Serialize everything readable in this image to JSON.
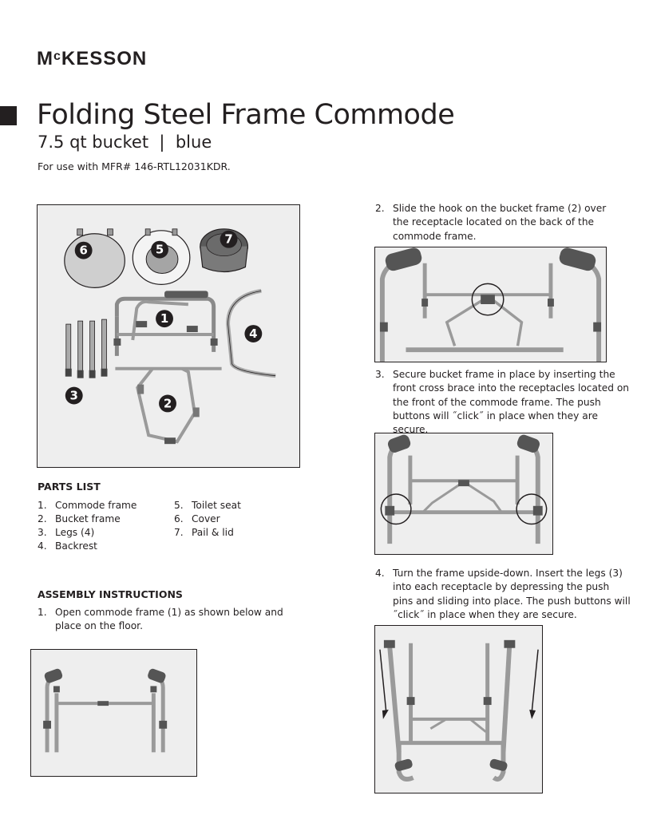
{
  "header": {
    "logo_main": "M",
    "logo_small": "c",
    "logo_rest": "KESSON",
    "title": "Folding Steel Frame Commode",
    "subtitle": "7.5 qt bucket  |  blue",
    "for_use": "For use with MFR# 146-RTL12031KDR."
  },
  "parts_diagram": {
    "badges": [
      "6",
      "5",
      "7",
      "1",
      "4",
      "3",
      "2"
    ]
  },
  "parts_list": {
    "heading": "PARTS LIST",
    "items": [
      {
        "num": "1.",
        "label": "Commode frame"
      },
      {
        "num": "2.",
        "label": "Bucket frame"
      },
      {
        "num": "3.",
        "label": "Legs (4)"
      },
      {
        "num": "4.",
        "label": "Backrest"
      },
      {
        "num": "5.",
        "label": "Toilet seat"
      },
      {
        "num": "6.",
        "label": "Cover"
      },
      {
        "num": "7.",
        "label": "Pail & lid"
      }
    ]
  },
  "assembly": {
    "heading": "ASSEMBLY INSTRUCTIONS",
    "steps": [
      {
        "num": "1.",
        "text": "Open commode frame (1) as shown below and place on the floor."
      },
      {
        "num": "2.",
        "text": "Slide the hook on the bucket frame (2) over the receptacle located on the back of the commode frame."
      },
      {
        "num": "3.",
        "text": "Secure bucket frame in place by inserting the front cross brace into the receptacles located on the front of the commode frame. The push buttons will ˝click˝ in place when they are secure."
      },
      {
        "num": "4.",
        "text": "Turn the frame upside-down. Insert the legs (3) into each receptacle by depressing the push pins and sliding into place. The push buttons will ˝click˝ in place when they are secure."
      }
    ]
  }
}
